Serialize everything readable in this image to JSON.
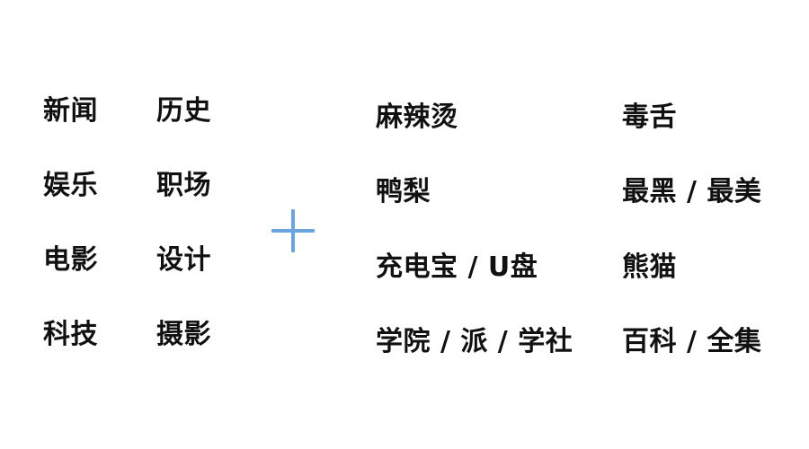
{
  "left_block": {
    "column1": [
      "新闻",
      "娱乐",
      "电影",
      "科技"
    ],
    "column2": [
      "历史",
      "职场",
      "设计",
      "摄影"
    ]
  },
  "plus_sign": {
    "icon": "plus-icon",
    "color": "#6aa5e0"
  },
  "right_block": {
    "column1": [
      "麻辣烫",
      "鸭梨",
      "充电宝 / U盘",
      "学院 / 派 / 学社"
    ],
    "column2": [
      "毒舌",
      "最黑 / 最美",
      "熊猫",
      "百科 / 全集"
    ]
  }
}
